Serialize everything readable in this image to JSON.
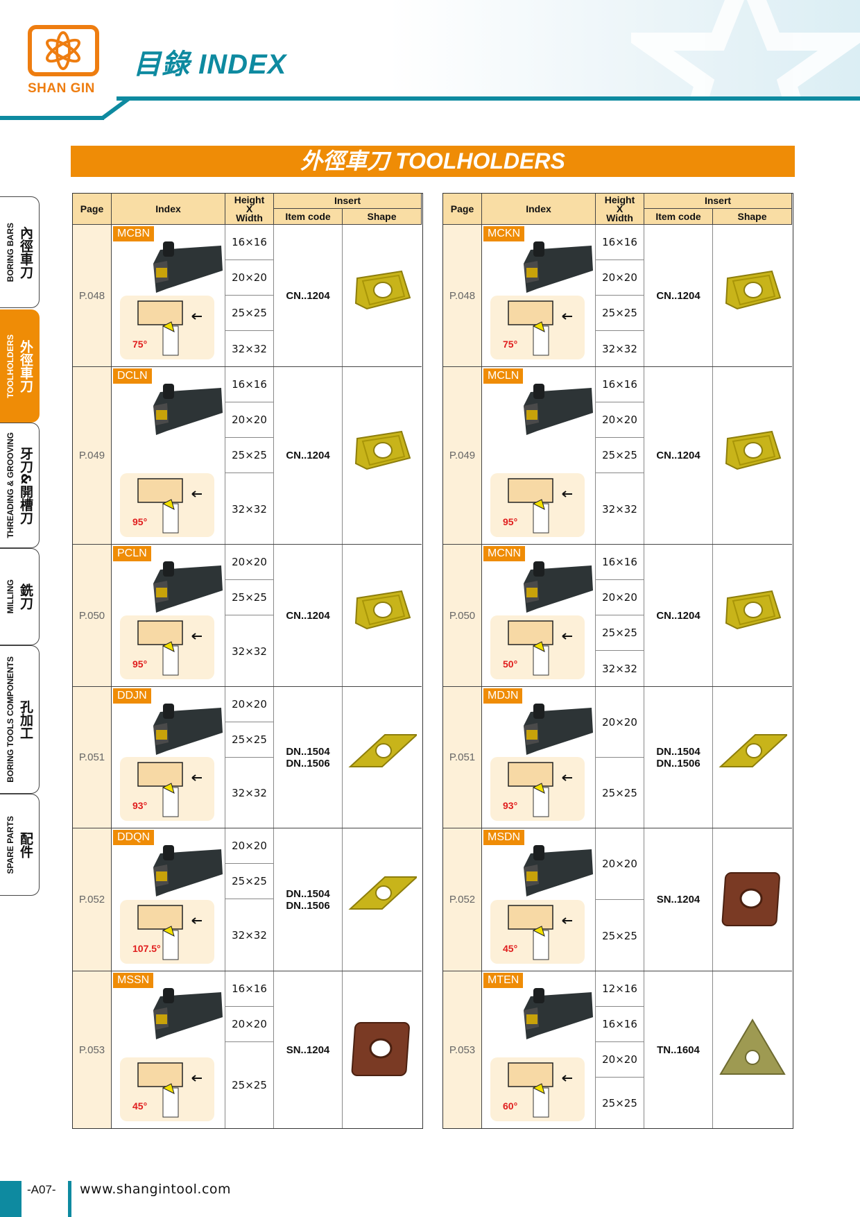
{
  "brand": {
    "name": "SHAN GIN",
    "accent": "#ef8c06",
    "teal": "#0e8aa0"
  },
  "header": {
    "title": "目錄 INDEX"
  },
  "banner": {
    "title": "外徑車刀 TOOLHOLDERS"
  },
  "side_tabs": [
    {
      "en": "BORING BARS",
      "zh": "內徑車刀",
      "active": false
    },
    {
      "en": "TOOLHOLDERS",
      "zh": "外徑車刀",
      "active": true
    },
    {
      "en": "THREADING & GROOVING",
      "zh": "牙刀&開槽刀",
      "active": false
    },
    {
      "en": "MILLING",
      "zh": "銑刀",
      "active": false
    },
    {
      "en": "BORING TOOLS COMPONENTS",
      "zh": "孔加工",
      "active": false
    },
    {
      "en": "SPARE PARTS",
      "zh": "配件",
      "active": false
    }
  ],
  "table_headers": {
    "page": "Page",
    "index": "Index",
    "hw_1": "Height",
    "hw_2": "X",
    "hw_3": "Width",
    "insert": "Insert",
    "item_code": "Item code",
    "shape": "Shape"
  },
  "tables": [
    {
      "rows": [
        {
          "page": "P.048",
          "index": "MCBN",
          "angle": "75°",
          "sizes": [
            "16×16",
            "20×20",
            "25×25",
            "32×32"
          ],
          "codes": [
            "CN..1204"
          ],
          "shape": "CN"
        },
        {
          "page": "P.049",
          "index": "DCLN",
          "angle": "95°",
          "sizes": [
            "16×16",
            "20×20",
            "25×25",
            "32×32"
          ],
          "codes": [
            "CN..1204"
          ],
          "shape": "CN"
        },
        {
          "page": "P.050",
          "index": "PCLN",
          "angle": "95°",
          "sizes": [
            "20×20",
            "25×25",
            "32×32"
          ],
          "codes": [
            "CN..1204"
          ],
          "shape": "CN"
        },
        {
          "page": "P.051",
          "index": "DDJN",
          "angle": "93°",
          "sizes": [
            "20×20",
            "25×25",
            "32×32"
          ],
          "codes": [
            "DN..1504",
            "DN..1506"
          ],
          "shape": "DN"
        },
        {
          "page": "P.052",
          "index": "DDQN",
          "angle": "107.5°",
          "sizes": [
            "20×20",
            "25×25",
            "32×32"
          ],
          "codes": [
            "DN..1504",
            "DN..1506"
          ],
          "shape": "DN"
        },
        {
          "page": "P.053",
          "index": "MSSN",
          "angle": "45°",
          "sizes": [
            "16×16",
            "20×20",
            "25×25"
          ],
          "codes": [
            "SN..1204"
          ],
          "shape": "SN"
        }
      ]
    },
    {
      "rows": [
        {
          "page": "P.048",
          "index": "MCKN",
          "angle": "75°",
          "sizes": [
            "16×16",
            "20×20",
            "25×25",
            "32×32"
          ],
          "codes": [
            "CN..1204"
          ],
          "shape": "CN"
        },
        {
          "page": "P.049",
          "index": "MCLN",
          "angle": "95°",
          "sizes": [
            "16×16",
            "20×20",
            "25×25",
            "32×32"
          ],
          "codes": [
            "CN..1204"
          ],
          "shape": "CN"
        },
        {
          "page": "P.050",
          "index": "MCNN",
          "angle": "50°",
          "sizes": [
            "16×16",
            "20×20",
            "25×25",
            "32×32"
          ],
          "codes": [
            "CN..1204"
          ],
          "shape": "CN"
        },
        {
          "page": "P.051",
          "index": "MDJN",
          "angle": "93°",
          "sizes": [
            "20×20",
            "25×25"
          ],
          "codes": [
            "DN..1504",
            "DN..1506"
          ],
          "shape": "DN"
        },
        {
          "page": "P.052",
          "index": "MSDN",
          "angle": "45°",
          "sizes": [
            "20×20",
            "25×25"
          ],
          "codes": [
            "SN..1204"
          ],
          "shape": "SN"
        },
        {
          "page": "P.053",
          "index": "MTEN",
          "angle": "60°",
          "sizes": [
            "12×16",
            "16×16",
            "20×20",
            "25×25"
          ],
          "codes": [
            "TN..1604"
          ],
          "shape": "TN"
        }
      ]
    }
  ],
  "footer": {
    "page": "-A07-",
    "url": "www.shangintool.com"
  }
}
